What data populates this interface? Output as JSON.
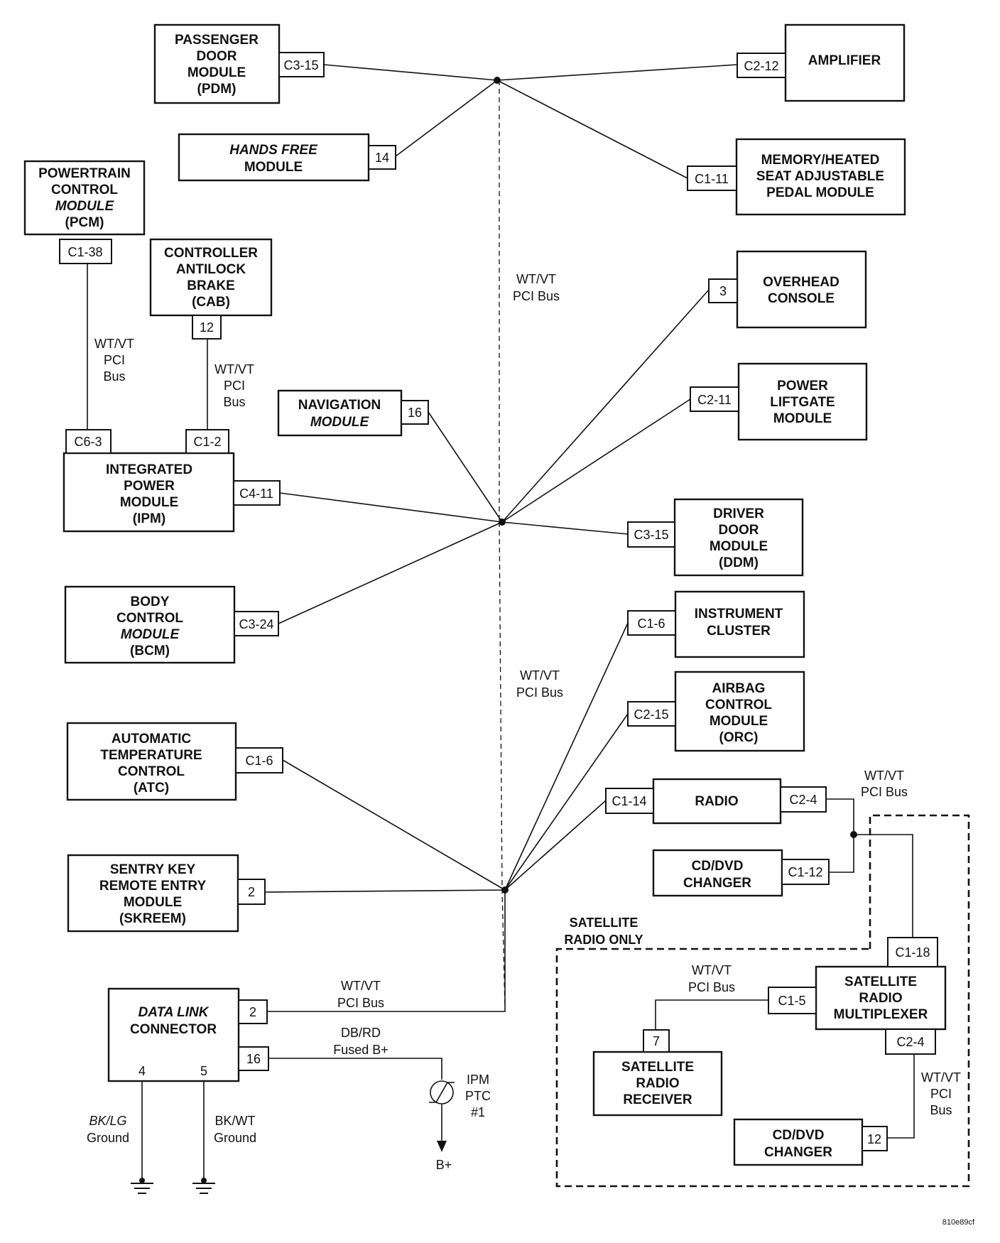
{
  "bus_label": [
    "WT/VT",
    "PCI Bus"
  ],
  "bus_label_3": [
    "WT/VT",
    "PCI",
    "Bus"
  ],
  "modules": {
    "pdm": [
      "PASSENGER",
      "DOOR",
      "MODULE",
      "(PDM)"
    ],
    "amplifier": [
      "AMPLIFIER"
    ],
    "hands_free": [
      "HANDS FREE",
      "MODULE"
    ],
    "memory_seat": [
      "MEMORY/HEATED",
      "SEAT ADJUSTABLE",
      "PEDAL MODULE"
    ],
    "pcm": [
      "POWERTRAIN",
      "CONTROL",
      "MODULE",
      "(PCM)"
    ],
    "cab": [
      "CONTROLLER",
      "ANTILOCK",
      "BRAKE",
      "(CAB)"
    ],
    "overhead": [
      "OVERHEAD",
      "CONSOLE"
    ],
    "navigation": [
      "NAVIGATION",
      "MODULE"
    ],
    "liftgate": [
      "POWER",
      "LIFTGATE",
      "MODULE"
    ],
    "ipm": [
      "INTEGRATED",
      "POWER",
      "MODULE",
      "(IPM)"
    ],
    "ddm": [
      "DRIVER",
      "DOOR",
      "MODULE",
      "(DDM)"
    ],
    "bcm": [
      "BODY",
      "CONTROL",
      "MODULE",
      "(BCM)"
    ],
    "cluster": [
      "INSTRUMENT",
      "CLUSTER"
    ],
    "airbag": [
      "AIRBAG",
      "CONTROL",
      "MODULE",
      "(ORC)"
    ],
    "atc": [
      "AUTOMATIC",
      "TEMPERATURE",
      "CONTROL",
      "(ATC)"
    ],
    "radio": [
      "RADIO"
    ],
    "cd_dvd_1": [
      "CD/DVD",
      "CHANGER"
    ],
    "skreem": [
      "SENTRY KEY",
      "REMOTE ENTRY",
      "MODULE",
      "(SKREEM)"
    ],
    "dlc": [
      "DATA LINK",
      "CONNECTOR"
    ],
    "sat_mux": [
      "SATELLITE",
      "RADIO",
      "MULTIPLEXER"
    ],
    "sat_receiver": [
      "SATELLITE",
      "RADIO",
      "RECEIVER"
    ],
    "cd_dvd_2": [
      "CD/DVD",
      "CHANGER"
    ]
  },
  "pins": {
    "pdm": "C3-15",
    "amplifier": "C2-12",
    "hands_free": "14",
    "memory_seat": "C1-11",
    "pcm": "C1-38",
    "cab": "12",
    "overhead": "3",
    "navigation": "16",
    "liftgate": "C2-11",
    "ipm_a": "C6-3",
    "ipm_b": "C1-2",
    "ipm_c": "C4-11",
    "ddm": "C3-15",
    "bcm": "C3-24",
    "cluster": "C1-6",
    "airbag": "C2-15",
    "atc": "C1-6",
    "radio_in": "C1-14",
    "radio_out": "C2-4",
    "cd_dvd_1": "C1-12",
    "skreem": "2",
    "dlc_bus": "2",
    "dlc_power": "16",
    "dlc_gnd1": "4",
    "dlc_gnd2": "5",
    "sat_mux_top": "C1-18",
    "sat_mux_left": "C1-5",
    "sat_mux_bottom": "C2-4",
    "sat_receiver": "7",
    "cd_dvd_2": "12"
  },
  "wire_labels": {
    "fused": [
      "DB/RD",
      "Fused B+"
    ],
    "gnd1": [
      "BK/LG",
      "Ground"
    ],
    "gnd2": [
      "BK/WT",
      "Ground"
    ],
    "ptc": [
      "IPM",
      "PTC",
      "#1"
    ],
    "bplus": "B+"
  },
  "satellite_note": [
    "SATELLITE",
    "RADIO ONLY"
  ],
  "figure_id": "810e89cf"
}
